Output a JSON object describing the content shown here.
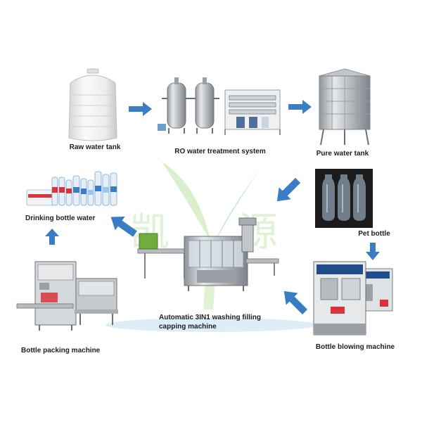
{
  "watermark": {
    "text": "凯 源",
    "colors": {
      "leaf_green": "#b9e3a0",
      "leaf_blue": "#a8d2ee",
      "text": "#c7e6b3"
    }
  },
  "colors": {
    "arrow": "#3a7dc4",
    "steel": "#c9ccd0",
    "steel_dark": "#8e949a",
    "tank_white": "#f2f2f2",
    "bottle_blue": "#8fb6dc",
    "label_red": "#d9343a"
  },
  "nodes": {
    "raw_tank": {
      "label": "Raw water tank",
      "icon": "tank-icon"
    },
    "ro_system": {
      "label": "RO water treatment system",
      "icon": "filter-vessel-icon"
    },
    "pure_tank": {
      "label": "Pure water tank",
      "icon": "steel-tank-icon"
    },
    "pet_bottle": {
      "label": "Pet bottle",
      "icon": "preform-icon"
    },
    "blowing": {
      "label": "Bottle blowing machine",
      "icon": "machine-icon"
    },
    "filling": {
      "label_line1": "Automatic 3IN1 washing filling",
      "label_line2": "capping machine",
      "icon": "filling-machine-icon"
    },
    "packing": {
      "label": "Bottle packing machine",
      "icon": "shrink-wrapper-icon"
    },
    "drinking": {
      "label": "Drinking bottle water",
      "icon": "bottles-icon"
    }
  }
}
